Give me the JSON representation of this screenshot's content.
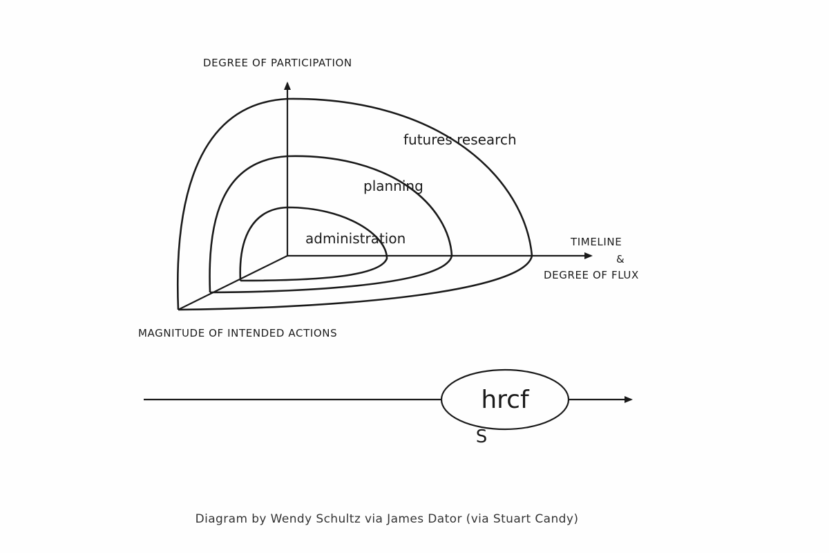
{
  "axes": {
    "vertical": "DEGREE OF PARTICIPATION",
    "horizontal_line1": "TIMELINE",
    "horizontal_line2": "&",
    "horizontal_line3": "DEGREE OF FLUX",
    "diagonal": "MAGNITUDE OF INTENDED ACTIONS"
  },
  "regions": {
    "outer": "futures research",
    "middle": "planning",
    "inner": "administration"
  },
  "timeline": {
    "node_label": "hrcf",
    "below_node": "S"
  },
  "credit": "Diagram by Wendy Schultz via James Dator (via Stuart Candy)",
  "colors": {
    "ink": "#1a1a1a",
    "background": "#fefefe"
  }
}
